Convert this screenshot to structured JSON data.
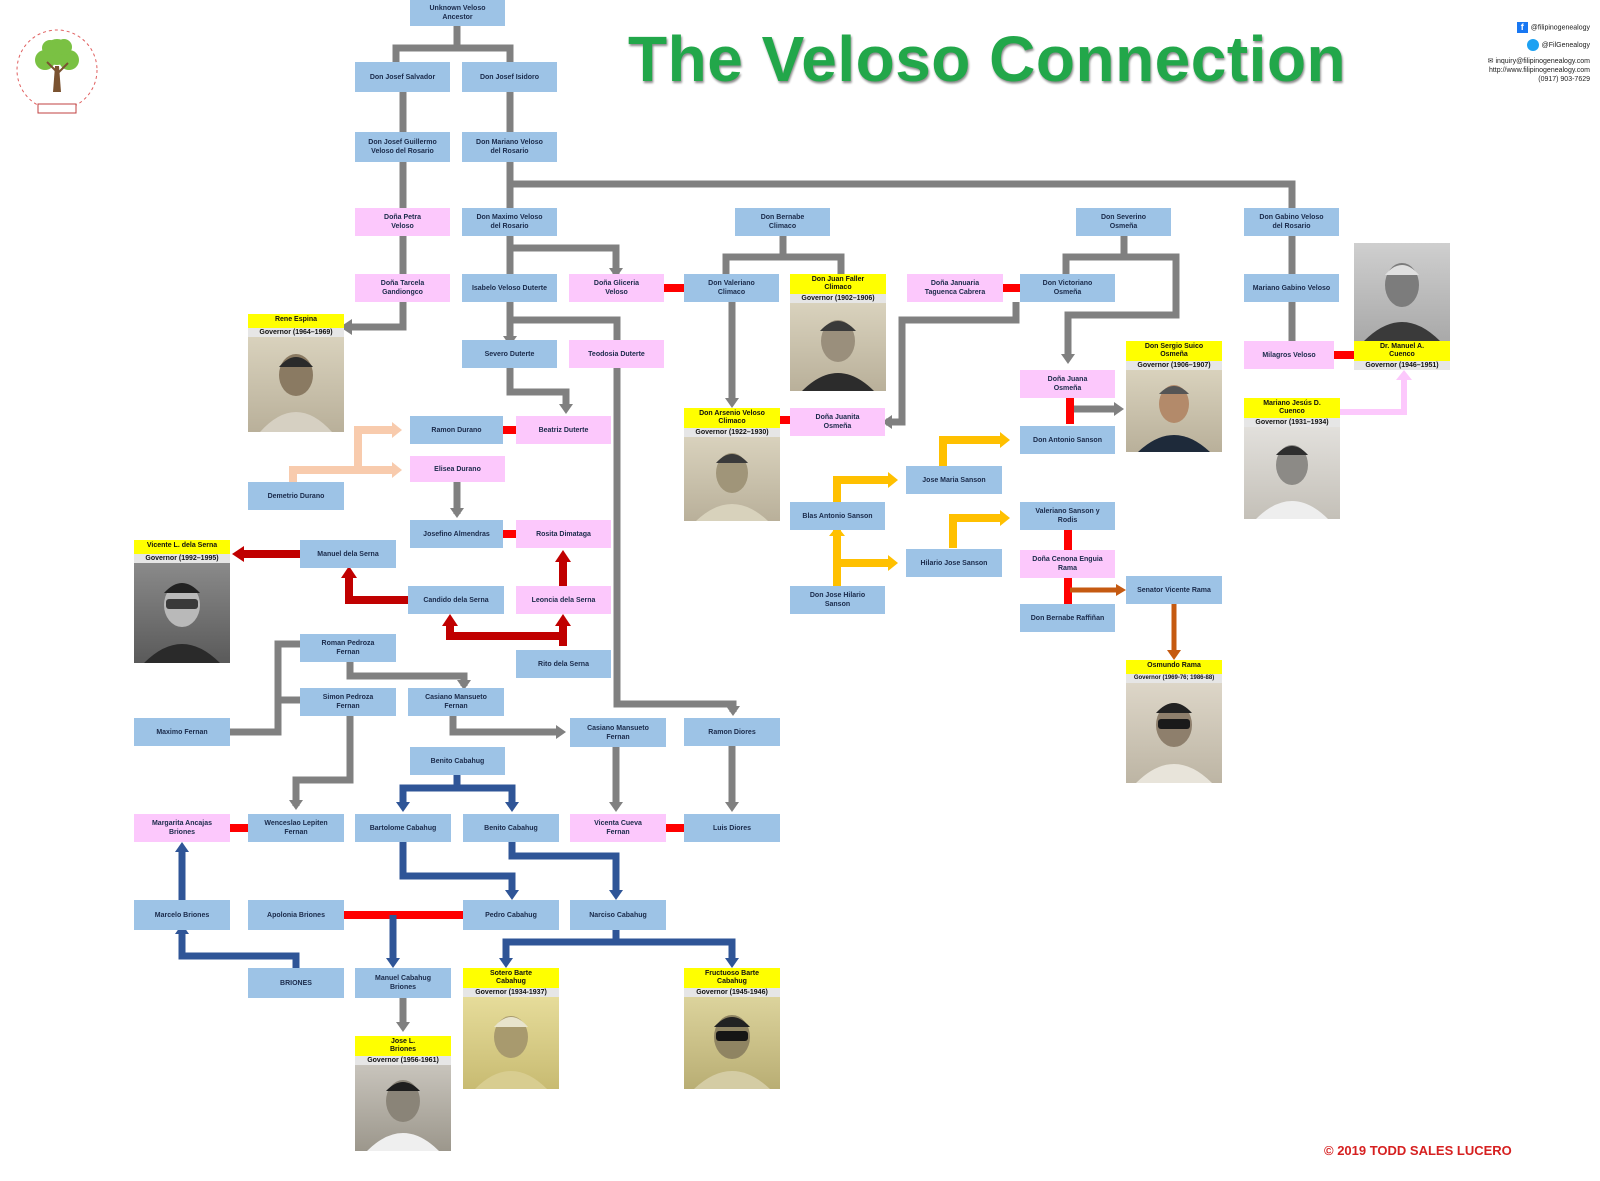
{
  "title": "The Veloso Connection",
  "social": {
    "facebook": "@filipinogenealogy",
    "twitter": "@FilGenealogy",
    "email": "inquiry@filipinogenealogy.com",
    "website": "http://www.filipinogenealogy.com",
    "phone": "(0917) 903-7629"
  },
  "copyright": "© 2019 TODD SALES LUCERO",
  "colors": {
    "title": "#22a74a",
    "male_box": "#9dc3e6",
    "female_box": "#fcc8fc",
    "governor_label": "#ffff00",
    "descent_line": "#808080",
    "marriage_line": "#ff0000",
    "dela_serna_line": "#c00000",
    "durano_line": "#f8cbad",
    "sanson_line": "#ffc000",
    "cabahug_line": "#2f5597",
    "rama_line": "#c55a11",
    "copyright": "#d62020"
  },
  "people": {
    "unknown": "Unknown Veloso\nAncestor",
    "salvador": "Don Josef Salvador",
    "isidoro": "Don Josef Isidoro",
    "guillermo": "Don Josef Guillermo\nVeloso del Rosario",
    "mariano": "Don Mariano Veloso\ndel Rosario",
    "petra": "Doña Petra\nVeloso",
    "maximo": "Don Maximo Veloso\ndel Rosario",
    "bernabe": "Don Bernabe\nClimaco",
    "severino": "Don Severino\nOsmeña",
    "gabino": "Don Gabino Veloso\ndel Rosario",
    "tarcela": "Doña Tarcela\nGandiongco",
    "isabelo": "Isabelo Veloso Duterte",
    "gliceria": "Doña Gliceria\nVeloso",
    "valeriano": "Don Valeriano\nClimaco",
    "januaria": "Doña Januaria\nTaguenca Cabrera",
    "victoriano": "Don Victoriano\nOsmeña",
    "mariano_gabino": "Mariano Gabino Veloso",
    "severo": "Severo Duterte",
    "teodosia": "Teodosia Duterte",
    "milagros": "Milagros Veloso",
    "juana": "Doña Juana\nOsmeña",
    "ramon_durano": "Ramon Durano",
    "beatriz": "Beatriz Duterte",
    "juanita": "Doña Juanita\nOsmeña",
    "antonio_sanson": "Don Antonio Sanson",
    "elisea": "Elisea Durano",
    "demetrio": "Demetrio Durano",
    "jose_maria": "Jose Maria Sanson",
    "blas": "Blas Antonio Sanson",
    "valeriano_sanson": "Valeriano Sanson y\nRodis",
    "josefino": "Josefino Almendras",
    "rosita": "Rosita Dimataga",
    "manuel_serna": "Manuel dela Serna",
    "hilario": "Hilario Jose Sanson",
    "cenona": "Doña Cenona Enguia\nRama",
    "jose_hilario": "Don Jose Hilario\nSanson",
    "candido": "Candido dela Serna",
    "leoncia": "Leoncia dela Serna",
    "vicente_rama": "Senator Vicente Rama",
    "bernabe_raffinan": "Don Bernabe Raffiñan",
    "roman": "Roman Pedroza\nFernan",
    "rito": "Rito dela Serna",
    "simon": "Simon Pedroza\nFernan",
    "casiano1": "Casiano Mansueto\nFernan",
    "maximo_fernan": "Maximo Fernan",
    "casiano2": "Casiano Mansueto\nFernan",
    "ramon_diores": "Ramon Diores",
    "benito1": "Benito Cabahug",
    "margarita": "Margarita Ancajas\nBriones",
    "wenceslao": "Wenceslao Lepiten\nFernan",
    "bartolome": "Bartolome Cabahug",
    "benito2": "Benito Cabahug",
    "vicenta": "Vicenta Cueva\nFernan",
    "luis": "Luis Diores",
    "marcelo": "Marcelo Briones",
    "apolonia": "Apolonia Briones",
    "pedro": "Pedro Cabahug",
    "narciso": "Narciso Cabahug",
    "briones": "BRIONES",
    "manuel_cabahug": "Manuel Cabahug\nBriones"
  },
  "governors": {
    "espina": {
      "name": "Rene Espina",
      "term": "Governor (1964–1969)"
    },
    "faller": {
      "name": "Don Juan Faller\nClimaco",
      "term": "Governor (1902–1906)"
    },
    "suico": {
      "name": "Don Sergio Suico\nOsmeña",
      "term": "Governor (1906–1907)"
    },
    "cuenco_manuel": {
      "name": "Dr. Manuel A.\nCuenco",
      "term": "Governor (1946–1951)"
    },
    "arsenio": {
      "name": "Don Arsenio Veloso\nClimaco",
      "term": "Governor (1922–1930)"
    },
    "cuenco_mariano": {
      "name": "Mariano Jesús D.\nCuenco",
      "term": "Governor (1931–1934)"
    },
    "delaserna": {
      "name": "Vicente L. dela Serna",
      "term": "Governor (1992–1995)"
    },
    "osmundo": {
      "name": "Osmundo Rama",
      "term": "Governor (1969-76; 1986-88)"
    },
    "sotero": {
      "name": "Sotero Barte\nCabahug",
      "term": "Governor (1934-1937)"
    },
    "fructuoso": {
      "name": "Fructuoso Barte\nCabahug",
      "term": "Governor (1945-1946)"
    },
    "jose_briones": {
      "name": "Jose L.\nBriones",
      "term": "Governor (1956-1961)"
    }
  }
}
